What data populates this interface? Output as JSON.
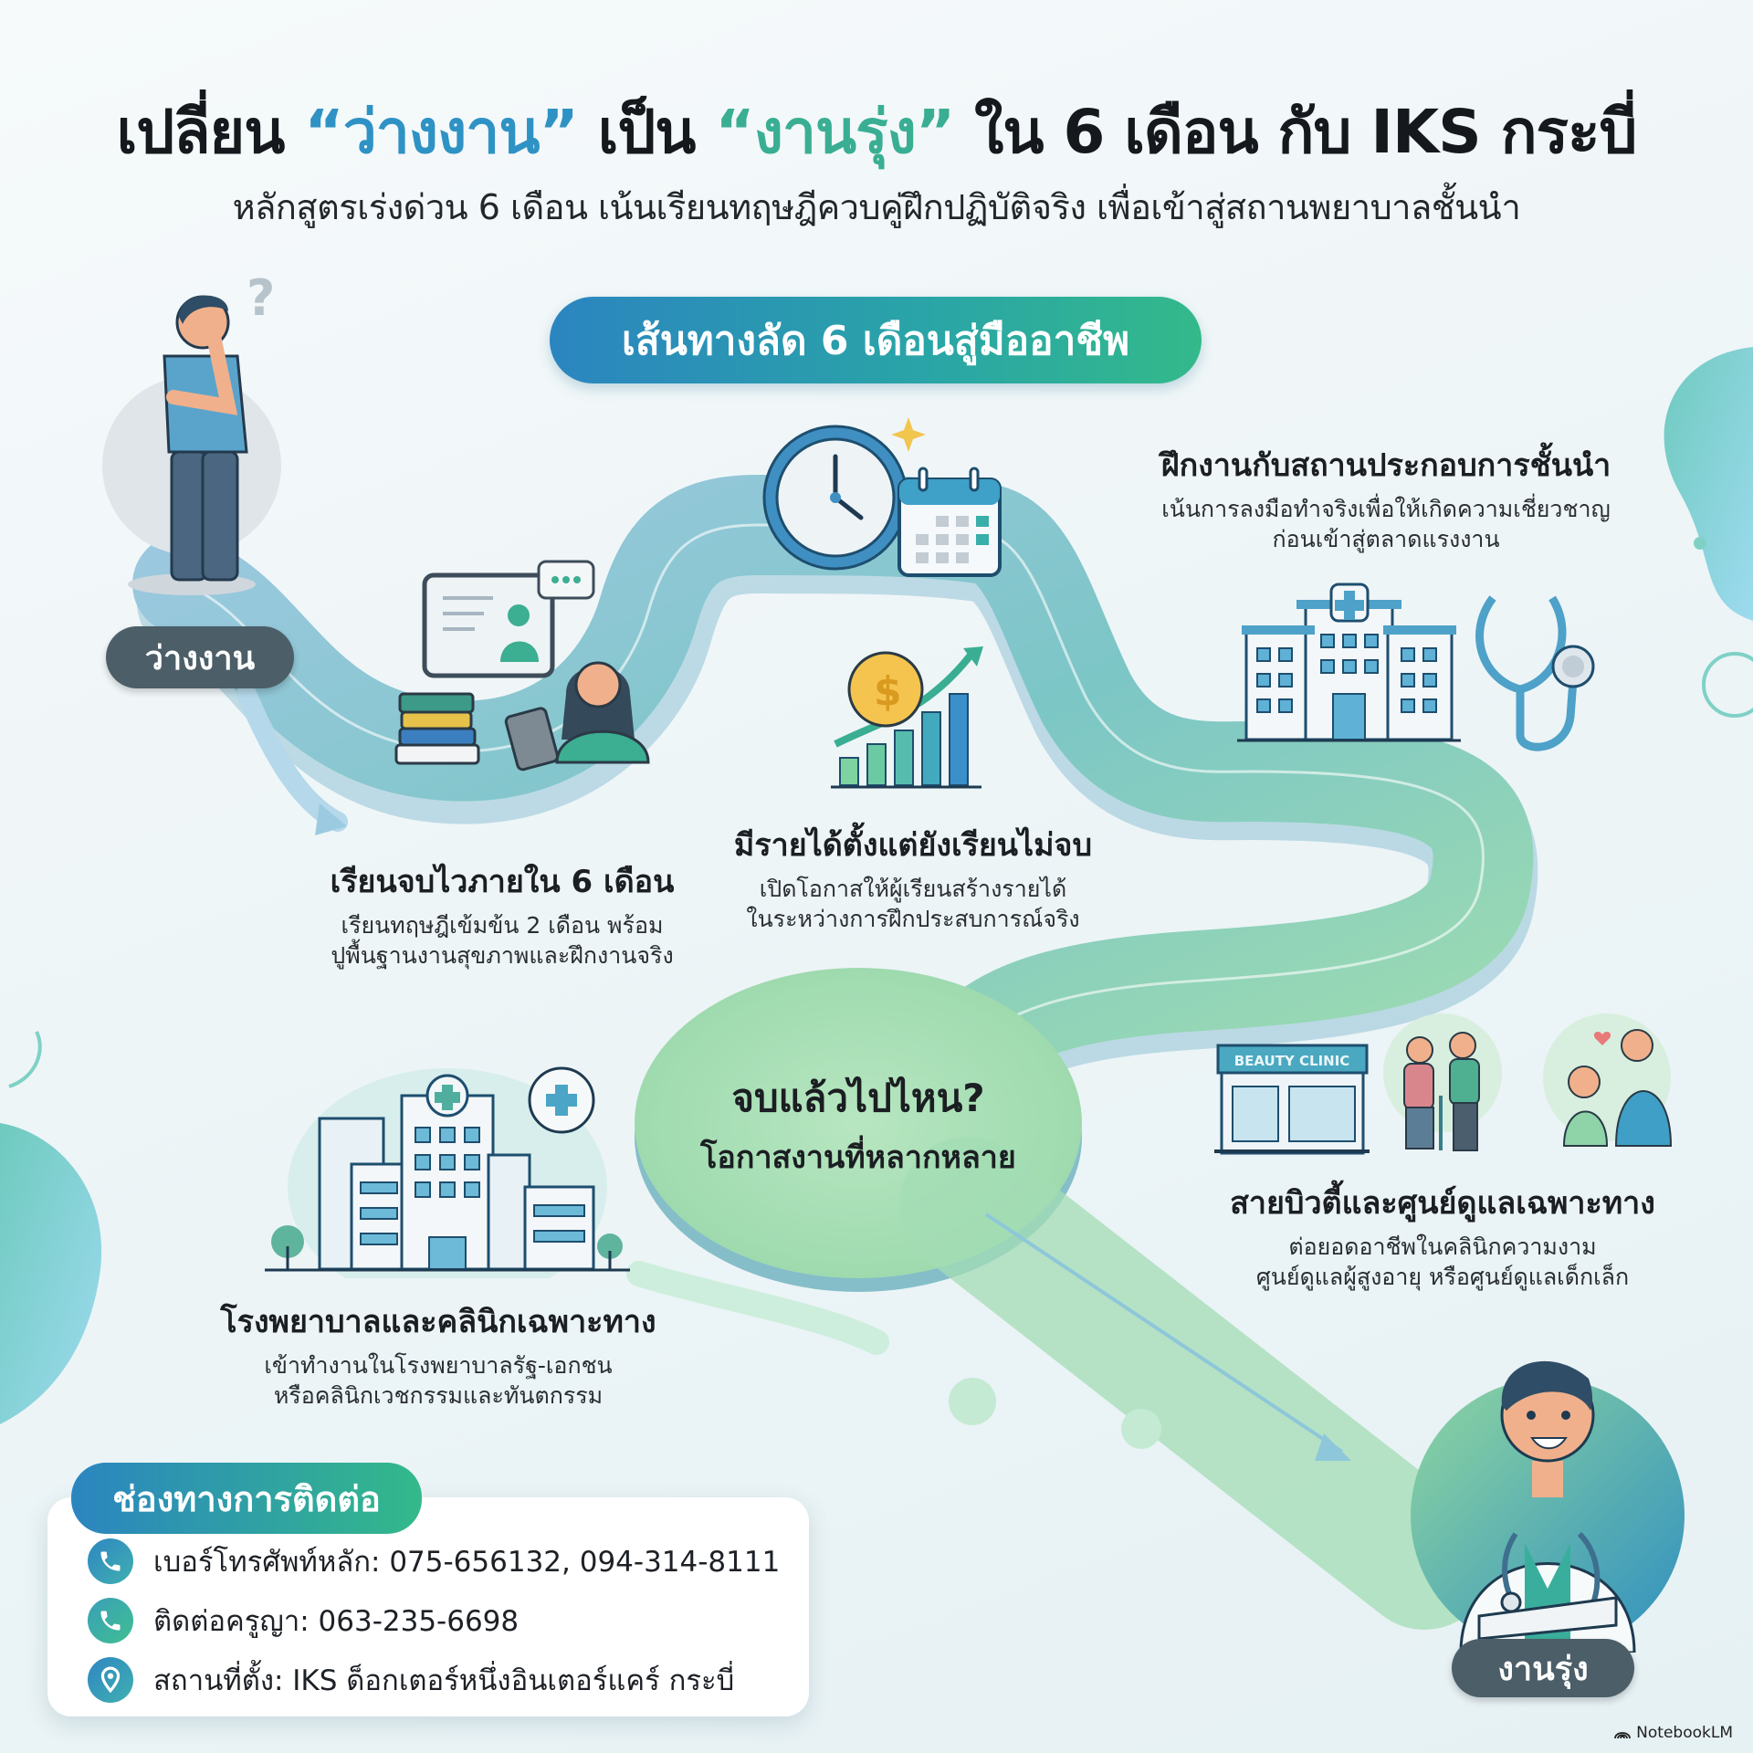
{
  "header": {
    "title_part1": "เปลี่ยน ",
    "title_quote1": "“ว่างงาน”",
    "title_part2": " เป็น ",
    "title_quote2": "“งานรุ่ง”",
    "title_part3": " ใน 6 เดือน กับ IKS กระบี่",
    "subtitle": "หลักสูตรเร่งด่วน 6 เดือน เน้นเรียนทฤษฎีควบคู่ฝึกปฏิบัติจริง เพื่อเข้าสู่สถานพยาบาลชั้นนำ"
  },
  "roadmap": {
    "banner": "เส้นทางลัด 6 เดือนสู่มืออาชีพ",
    "start_label": "ว่างงาน",
    "end_label": "งานรุ่ง",
    "hub": {
      "title": "จบแล้วไปไหน?",
      "subtitle": "โอกาสงานที่หลากหลาย"
    },
    "steps": [
      {
        "title": "เรียนจบไวภายใน 6 เดือน",
        "desc1": "เรียนทฤษฎีเข้มข้น 2 เดือน พร้อม",
        "desc2": "ปูพื้นฐานงานสุขภาพและฝึกงานจริง"
      },
      {
        "title": "มีรายได้ตั้งแต่ยังเรียนไม่จบ",
        "desc1": "เปิดโอกาสให้ผู้เรียนสร้างรายได้",
        "desc2": "ในระหว่างการฝึกประสบการณ์จริง"
      },
      {
        "title": "ฝึกงานกับสถานประกอบการชั้นนำ",
        "desc1": "เน้นการลงมือทำจริงเพื่อให้เกิดความเชี่ยวชาญ",
        "desc2": "ก่อนเข้าสู่ตลาดแรงงาน"
      }
    ],
    "careers": [
      {
        "title": "โรงพยาบาลและคลินิกเฉพาะทาง",
        "desc1": "เข้าทำงานในโรงพยาบาลรัฐ-เอกชน",
        "desc2": "หรือคลินิกเวชกรรมและทันตกรรม"
      },
      {
        "title": "สายบิวตี้และศูนย์ดูแลเฉพาะทาง",
        "desc1": "ต่อยอดอาชีพในคลินิกความงาม",
        "desc2": "ศูนย์ดูแลผู้สูงอายุ หรือศูนย์ดูแลเด็กเล็ก",
        "sign": "BEAUTY CLINIC"
      }
    ]
  },
  "contact": {
    "heading": "ช่องทางการติดต่อ",
    "items": [
      {
        "icon": "phone-icon",
        "text": "เบอร์โทรศัพท์หลัก: 075-656132, 094-314-8111"
      },
      {
        "icon": "phone-icon",
        "text": "ติดต่อครูญา: 063-235-6698"
      },
      {
        "icon": "location-pin-icon",
        "text": "สถานที่ตั้ง: IKS ด็อกเตอร์หนึ่งอินเตอร์แคร์ กระบี่"
      }
    ]
  },
  "footer": {
    "brand": "NotebookLM"
  },
  "colors": {
    "accent_blue": "#2f92c4",
    "accent_green": "#3aae93",
    "tag_dark": "#4c5e68",
    "road_blue": "#8fc3dc",
    "road_green": "#9ad8b0"
  }
}
